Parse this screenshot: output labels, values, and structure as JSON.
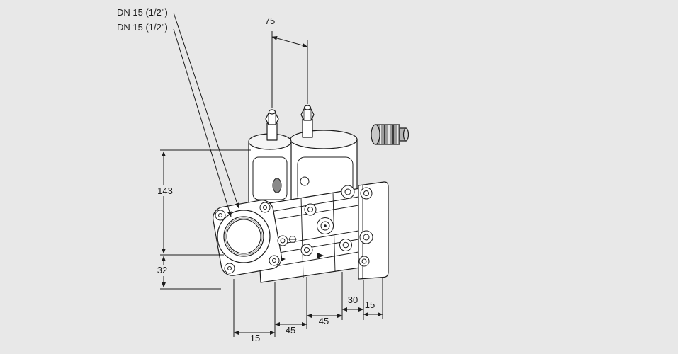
{
  "colors": {
    "background": "#e8e8e8",
    "line": "#1c1c1c",
    "fill_white": "#ffffff",
    "accessory_gray": "#9a9a9a"
  },
  "labels": {
    "dn_top": "DN 15 (1/2\")",
    "dn_bottom": "DN 15 (1/2\")",
    "dim_75": "75",
    "dim_143": "143",
    "dim_32": "32",
    "dim_15_left": "15",
    "dim_45_a": "45",
    "dim_45_b": "45",
    "dim_30": "30",
    "dim_15_right": "15"
  }
}
